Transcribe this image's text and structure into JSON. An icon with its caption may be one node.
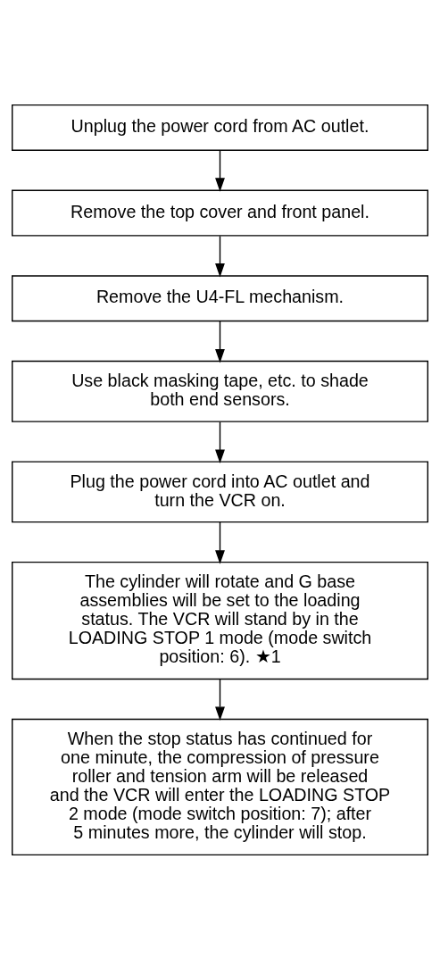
{
  "diagram": {
    "nodes": [
      {
        "text": [
          "Unplug the power cord from AC outlet."
        ]
      },
      {
        "text": [
          "Remove the top cover and front panel."
        ]
      },
      {
        "text": [
          "Remove the U4-FL mechanism."
        ]
      },
      {
        "text": [
          "Use black masking tape, etc. to shade both end sensors."
        ]
      },
      {
        "text": [
          "Plug the power cord into AC outlet and turn the VCR on."
        ]
      },
      {
        "text": [
          "The cylinder will rotate and G base assemblies will be set to the loading status. The VCR will stand by in the LOADING STOP 1 mode (mode switch position: 6). ★1"
        ]
      },
      {
        "text": [
          "When the stop status has continued for one minute, the compression of pressure roller and tension arm will be released and the VCR will enter the LOADING STOP 2 mode (mode switch position: 7); after 5 minutes more, the cylinder will stop."
        ]
      }
    ],
    "edges": [
      {
        "from": 0,
        "to": 1,
        "arrow": "to"
      },
      {
        "from": 1,
        "to": 2,
        "arrow": "to"
      },
      {
        "from": 2,
        "to": 3,
        "arrow": "to"
      },
      {
        "from": 3,
        "to": 4,
        "arrow": "to"
      },
      {
        "from": 4,
        "to": 5,
        "arrow": "to"
      },
      {
        "from": 5,
        "to": 6,
        "arrow": "to"
      }
    ]
  }
}
